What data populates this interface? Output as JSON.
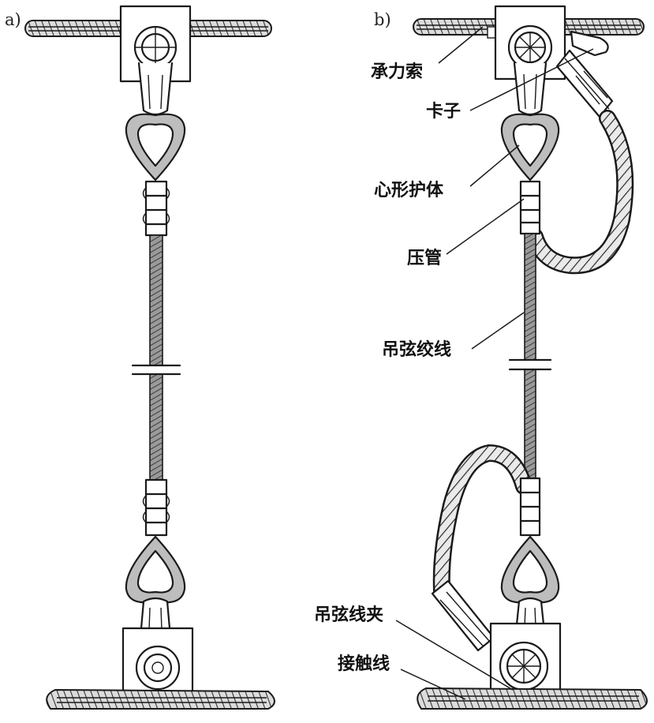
{
  "panels": [
    {
      "id": "a",
      "label": "a)"
    },
    {
      "id": "b",
      "label": "b)"
    }
  ],
  "callouts": [
    {
      "id": "messenger-wire",
      "text": "承力索"
    },
    {
      "id": "clamp",
      "text": "卡子"
    },
    {
      "id": "heart-thimble",
      "text": "心形护体"
    },
    {
      "id": "crimp-sleeve",
      "text": "压管"
    },
    {
      "id": "dropper-strand",
      "text": "吊弦绞线"
    },
    {
      "id": "dropper-clamp",
      "text": "吊弦线夹"
    },
    {
      "id": "contact-wire",
      "text": "接触线"
    }
  ],
  "colors": {
    "ink": "#1a1a1a",
    "paper": "#ffffff",
    "shade": "#bdbdbd"
  }
}
